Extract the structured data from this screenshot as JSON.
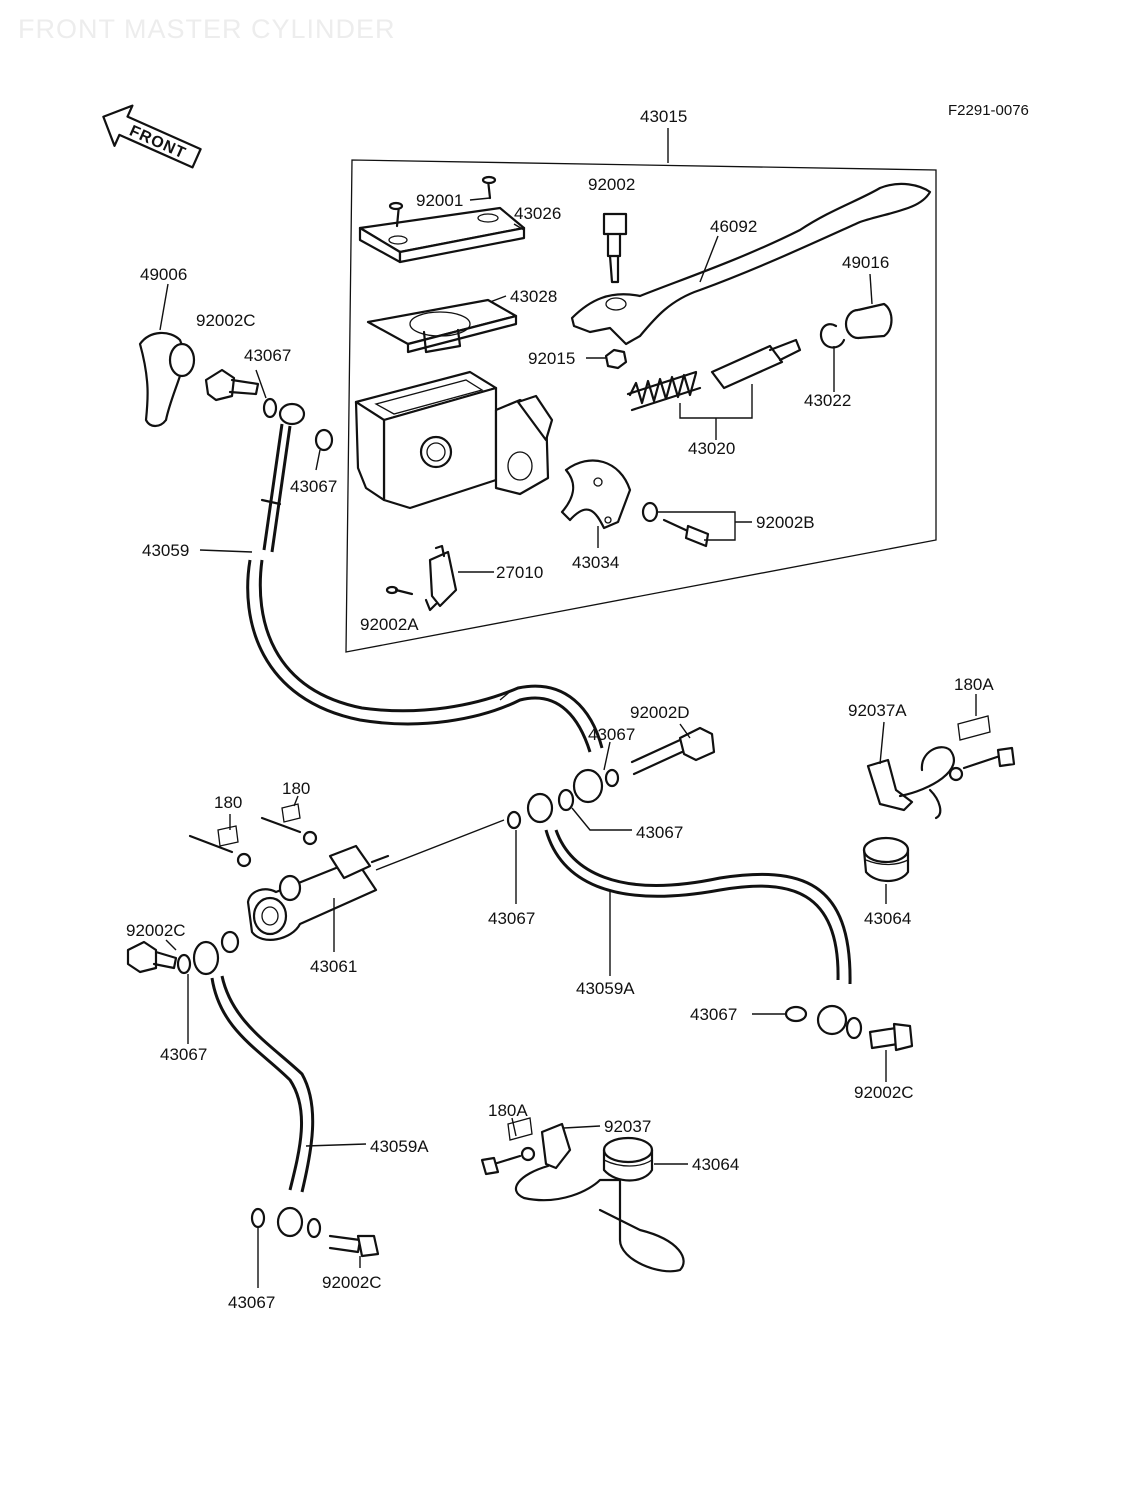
{
  "diagram": {
    "watermark": "FRONT MASTER CYLINDER",
    "drawing_code": "F2291-0076",
    "front_arrow": "FRONT",
    "labels": [
      {
        "id": "43015",
        "text": "43015"
      },
      {
        "id": "92001",
        "text": "92001"
      },
      {
        "id": "43026",
        "text": "43026"
      },
      {
        "id": "92002",
        "text": "92002"
      },
      {
        "id": "46092",
        "text": "46092"
      },
      {
        "id": "49006",
        "text": "49006"
      },
      {
        "id": "92002C-top",
        "text": "92002C"
      },
      {
        "id": "43067-a",
        "text": "43067"
      },
      {
        "id": "43028",
        "text": "43028"
      },
      {
        "id": "49016",
        "text": "49016"
      },
      {
        "id": "92015",
        "text": "92015"
      },
      {
        "id": "43022",
        "text": "43022"
      },
      {
        "id": "43067-b",
        "text": "43067"
      },
      {
        "id": "43020",
        "text": "43020"
      },
      {
        "id": "92002B",
        "text": "92002B"
      },
      {
        "id": "43059",
        "text": "43059"
      },
      {
        "id": "43034",
        "text": "43034"
      },
      {
        "id": "27010",
        "text": "27010"
      },
      {
        "id": "92002A",
        "text": "92002A"
      },
      {
        "id": "180A-right",
        "text": "180A"
      },
      {
        "id": "92002D",
        "text": "92002D"
      },
      {
        "id": "92037A",
        "text": "92037A"
      },
      {
        "id": "43067-c",
        "text": "43067"
      },
      {
        "id": "180-a",
        "text": "180"
      },
      {
        "id": "180-b",
        "text": "180"
      },
      {
        "id": "43067-d",
        "text": "43067"
      },
      {
        "id": "43064-right",
        "text": "43064"
      },
      {
        "id": "43067-e",
        "text": "43067"
      },
      {
        "id": "92002C-left",
        "text": "92002C"
      },
      {
        "id": "43061",
        "text": "43061"
      },
      {
        "id": "43059A-mid",
        "text": "43059A"
      },
      {
        "id": "43067-f",
        "text": "43067"
      },
      {
        "id": "43067-g",
        "text": "43067"
      },
      {
        "id": "92002C-right",
        "text": "92002C"
      },
      {
        "id": "180A-bottom",
        "text": "180A"
      },
      {
        "id": "92037",
        "text": "92037"
      },
      {
        "id": "43064-bottom",
        "text": "43064"
      },
      {
        "id": "43059A-left",
        "text": "43059A"
      },
      {
        "id": "43067-h",
        "text": "43067"
      },
      {
        "id": "92002C-bottom",
        "text": "92002C"
      }
    ]
  }
}
